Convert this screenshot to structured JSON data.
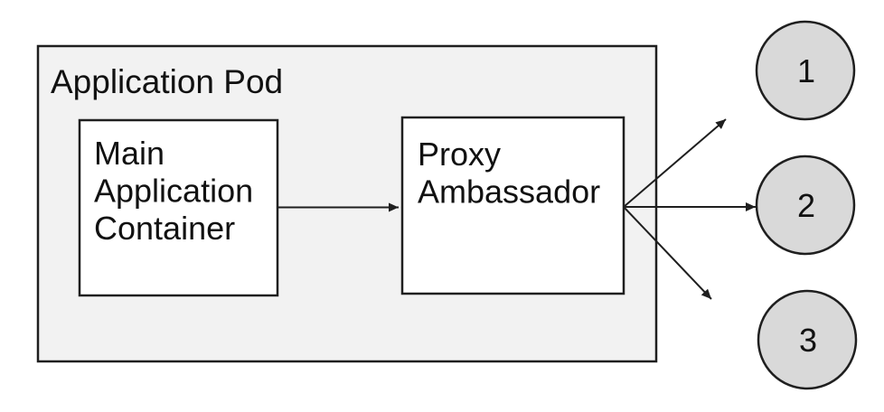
{
  "diagram": {
    "pod": {
      "label": "Application Pod"
    },
    "main_container": {
      "lines": [
        "Main",
        "Application",
        "Container"
      ]
    },
    "proxy_ambassador": {
      "lines": [
        "Proxy",
        "Ambassador"
      ]
    },
    "nodes": [
      {
        "label": "1"
      },
      {
        "label": "2"
      },
      {
        "label": "3"
      }
    ],
    "colors": {
      "pod_fill": "#f2f2f2",
      "container_fill": "#ffffff",
      "node_fill": "#d9d9d9",
      "stroke": "#1f1f1f",
      "text": "#111111"
    }
  }
}
